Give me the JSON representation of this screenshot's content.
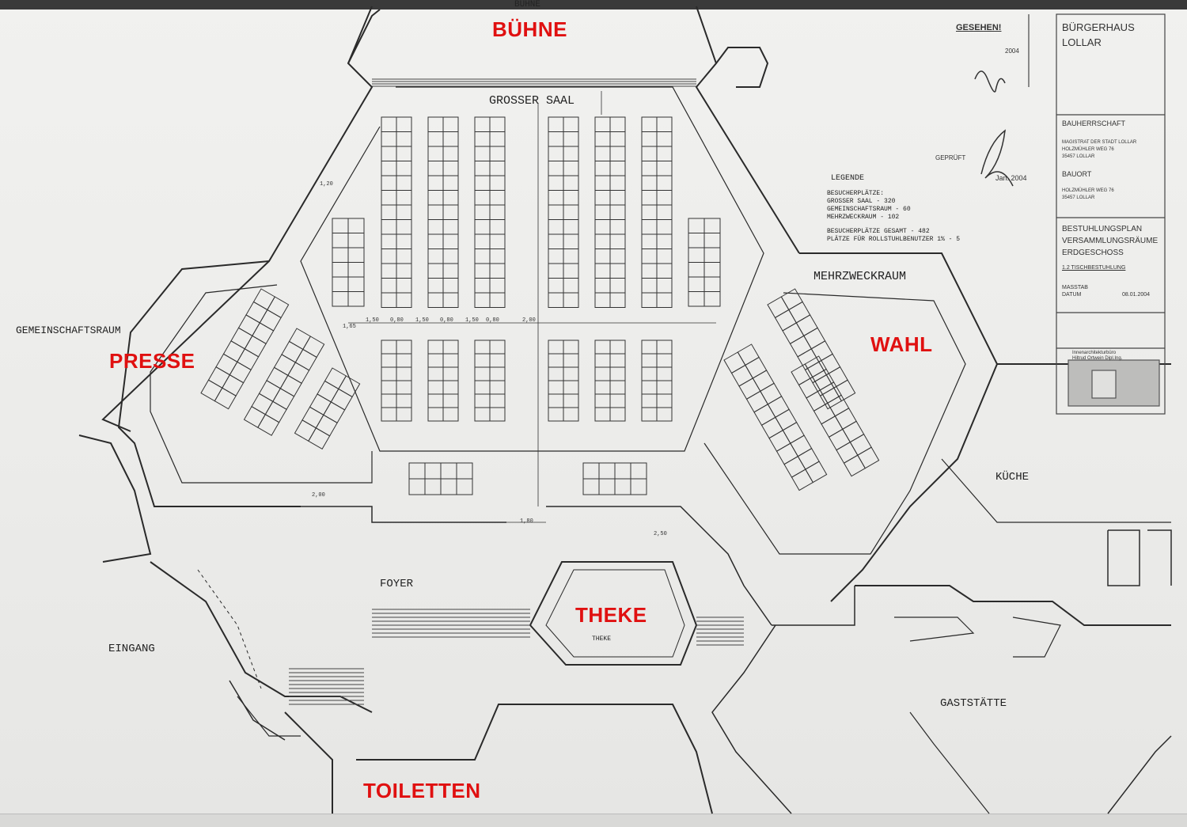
{
  "labels": {
    "stage": "BÜHNE",
    "stage_plan": "BUHNE",
    "press": "PRESSE",
    "vote": "WAHL",
    "bar": "THEKE",
    "bar_plan": "THEKE",
    "toilets": "TOILETTEN"
  },
  "rooms": {
    "grosser_saal": "GROSSER SAAL",
    "mehrzweckraum": "MEHRZWECKRAUM",
    "gemeinschaftsraum": "GEMEINSCHAFTSRAUM",
    "foyer": "FOYER",
    "eingang": "EINGANG",
    "kueche": "KÜCHE",
    "gaststaette": "GASTSTÄTTE"
  },
  "legend": {
    "title": "LEGENDE",
    "lines": [
      "BESUCHERPLÄTZE:",
      "GROSSER SAAL - 320",
      "GEMEINSCHAFTSRAUM - 60",
      "MEHRZWECKRAUM - 102",
      "BESUCHERPLÄTZE GESAMT - 482",
      "PLÄTZE FÜR ROLLSTUHLBENUTZER 1% - 5"
    ]
  },
  "stamp": {
    "gesehen": "GESEHEN!",
    "date": "2004",
    "geprueft": "GEPRÜFT",
    "date2": "Jan. 2004"
  },
  "title_block": {
    "project": "BÜRGERHAUS",
    "town": "LOLLAR",
    "bauherrschaft_label": "BAUHERRSCHAFT",
    "bauherrschaft_lines": [
      "MAGISTRAT DER STADT LOLLAR",
      "HOLZMÜHLER WEG 76",
      "35457 LOLLAR"
    ],
    "bauort_label": "BAUORT",
    "bauort_lines": [
      "HOLZMÜHLER WEG 76",
      "35457 LOLLAR"
    ],
    "plan_lines": [
      "BESTUHLUNGSPLAN",
      "VERSAMMLUNGSRÄUME",
      "ERDGESCHOSS"
    ],
    "plan_sub": "1.2 TISCHBESTUHLUNG",
    "massstab_label": "MASSTAB",
    "datum_label": "DATUM",
    "datum_value": "08.01.2004",
    "office_line1": "Innenarchitekturbüro",
    "office_line2": "Hiltrud Ortwein Dipl.Ing."
  },
  "dimensions": {
    "aisle_center": "2,00",
    "row_spacing": [
      "1,50",
      "0,80",
      "1,50",
      "0,80",
      "1,50",
      "0,80"
    ],
    "clearance": "1,20",
    "door": "2,00",
    "aisle_lower": "1,80",
    "theke_gap": "2,50",
    "front_gap": "1,65"
  },
  "colors": {
    "overlay_text": "#e01010",
    "line": "#2a2a2a",
    "paper": "#ececea"
  }
}
